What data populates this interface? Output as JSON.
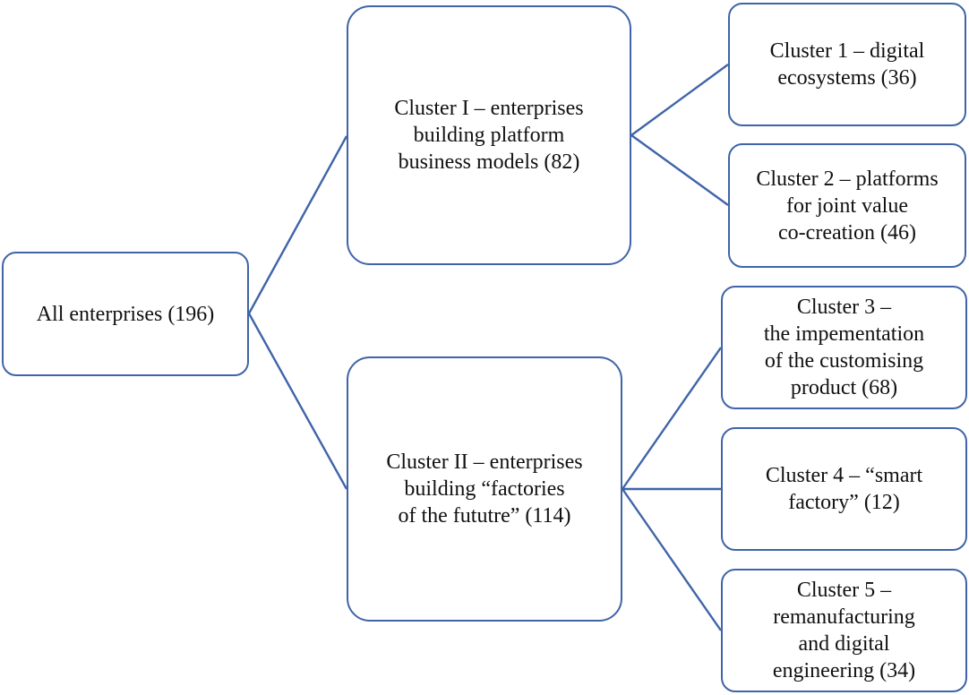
{
  "diagram": {
    "root": {
      "label": "All enterprises (196)"
    },
    "clusters": [
      {
        "label": "Cluster I – enterprises\nbuilding platform\nbusiness models (82)",
        "children": [
          {
            "label": "Cluster 1 – digital\necosystems (36)"
          },
          {
            "label": "Cluster 2 – platforms\nfor joint value\nco-creation (46)"
          }
        ]
      },
      {
        "label": "Cluster II – enterprises\nbuilding “factories\nof the fututre” (114)",
        "children": [
          {
            "label": "Cluster 3 –\nthe impementation\nof the customising\nproduct (68)"
          },
          {
            "label": "Cluster 4 – “smart\nfactory” (12)"
          },
          {
            "label": "Cluster 5 –\nremanufacturing\nand digital\nengineering (34)"
          }
        ]
      }
    ]
  },
  "colors": {
    "connector": "#3f64a8",
    "box_border": "#3f64a8",
    "text": "#111111",
    "background": "#ffffff"
  }
}
